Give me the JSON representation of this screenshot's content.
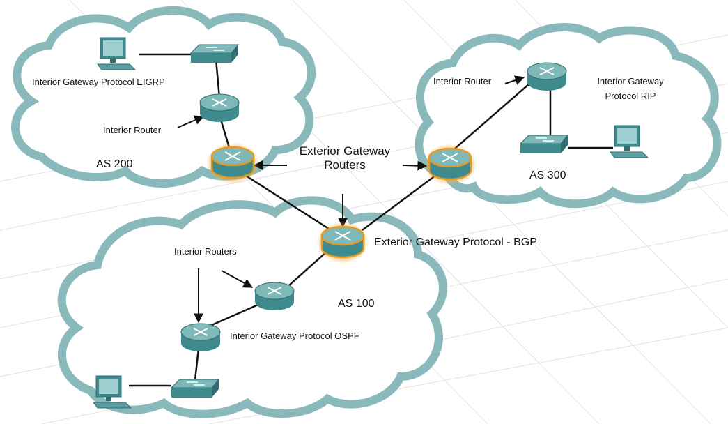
{
  "clouds": {
    "as200": {
      "name": "AS 200",
      "protocol_label": "Interior Gateway Protocol EIGRP",
      "router_label": "Interior Router"
    },
    "as300": {
      "name": "AS 300",
      "protocol_label": "Interior Gateway Protocol RIP",
      "router_label": "Interior Router"
    },
    "as100": {
      "name": "AS 100",
      "protocol_label": "Interior Gateway Protocol OSPF",
      "router_label": "Interior Routers"
    }
  },
  "exterior": {
    "routers_label": "Exterior Gateway Routers",
    "protocol_label": "Exterior Gateway Protocol - BGP"
  },
  "devices": {
    "router_icon": "router-icon",
    "switch_icon": "switch-icon",
    "pc_icon": "computer-icon"
  },
  "colors": {
    "cloud_fill": "#ffffff",
    "cloud_outline": "#8ab9bb",
    "router_body": "#3f8a8c",
    "router_top": "#7fb8b9",
    "border_glow": "#f0a030",
    "links": "#111111"
  }
}
